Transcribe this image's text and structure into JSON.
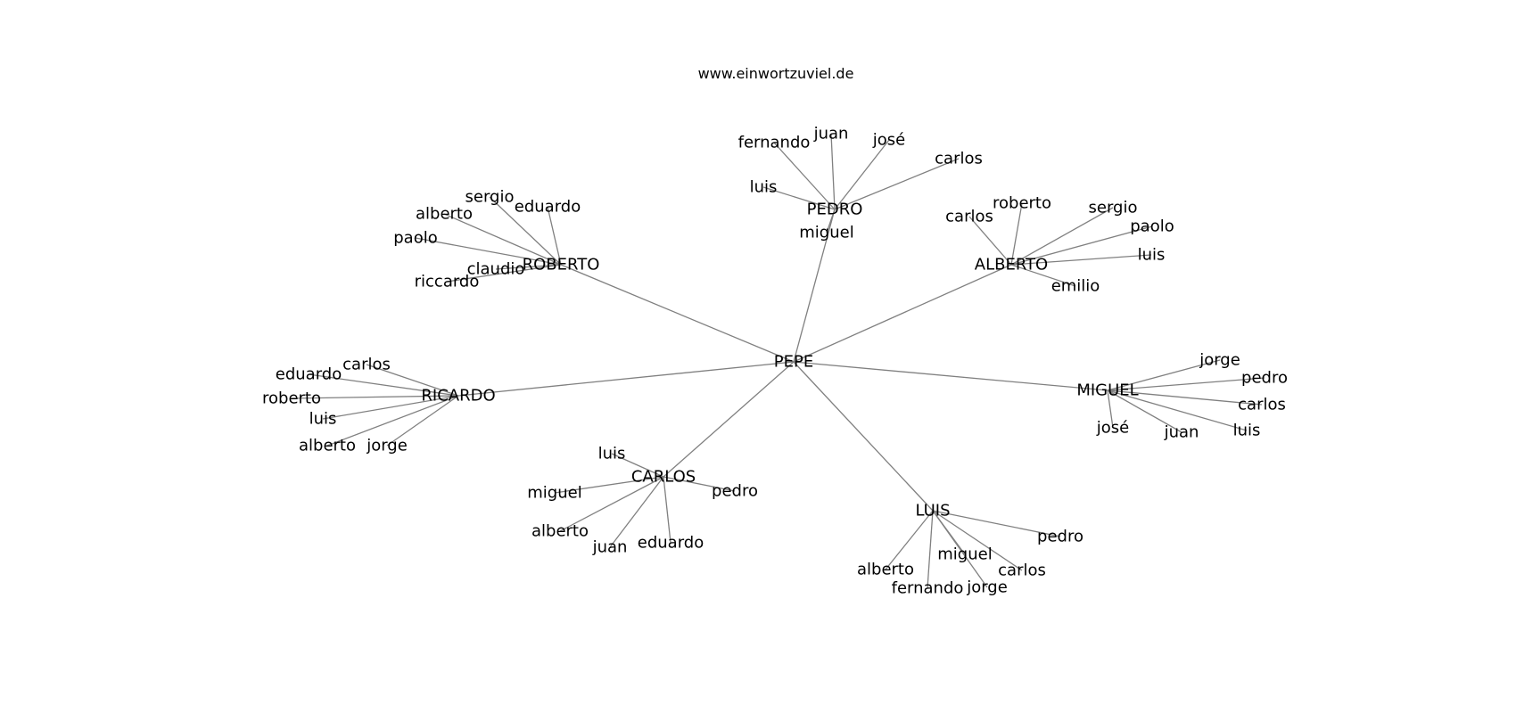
{
  "title": "www.einwortzuviel.de",
  "root": "PEPE",
  "groups": [
    {
      "hub": "PEDRO",
      "leaves": [
        "fernando",
        "juan",
        "josé",
        "carlos",
        "luis",
        "miguel"
      ]
    },
    {
      "hub": "ALBERTO",
      "leaves": [
        "carlos",
        "roberto",
        "sergio",
        "paolo",
        "luis",
        "emilio"
      ]
    },
    {
      "hub": "ROBERTO",
      "leaves": [
        "sergio",
        "eduardo",
        "alberto",
        "paolo",
        "claudio",
        "riccardo"
      ]
    },
    {
      "hub": "RICARDO",
      "leaves": [
        "carlos",
        "eduardo",
        "roberto",
        "luis",
        "alberto",
        "jorge"
      ]
    },
    {
      "hub": "MIGUEL",
      "leaves": [
        "jorge",
        "pedro",
        "carlos",
        "luis",
        "josé",
        "juan"
      ]
    },
    {
      "hub": "CARLOS",
      "leaves": [
        "luis",
        "miguel",
        "pedro",
        "alberto",
        "juan",
        "eduardo"
      ]
    },
    {
      "hub": "LUIS",
      "leaves": [
        "pedro",
        "alberto",
        "miguel",
        "carlos",
        "fernando",
        "jorge"
      ]
    }
  ]
}
